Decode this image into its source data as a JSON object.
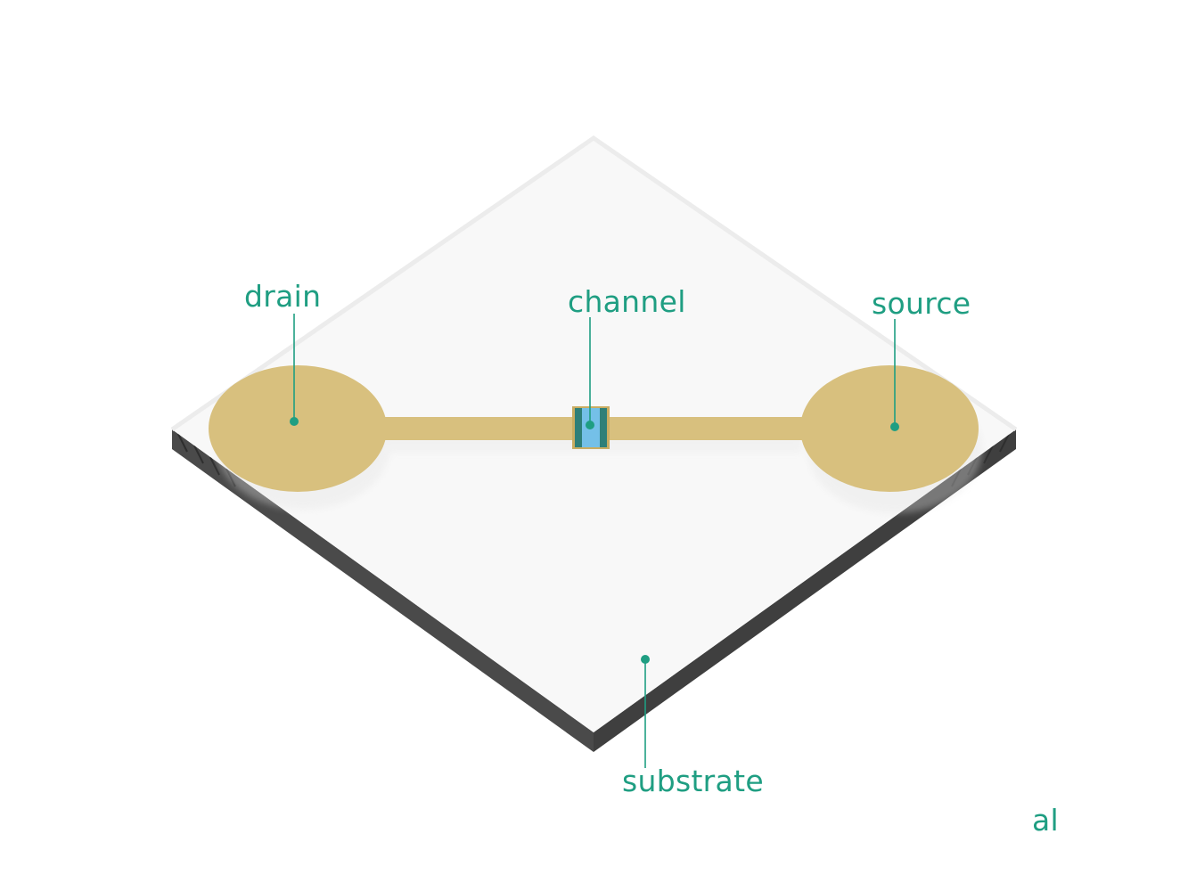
{
  "labels": {
    "drain": "drain",
    "channel": "channel",
    "source": "source",
    "substrate": "substrate"
  },
  "corner_fragment": "al",
  "colors": {
    "accent": "#1f9e82",
    "gold_electrode": "#d8c07e",
    "substrate_top": "#f8f8f8",
    "substrate_edge": "#4a4a4a",
    "channel_blue": "#74c0e8",
    "channel_teal": "#2e7f78"
  }
}
